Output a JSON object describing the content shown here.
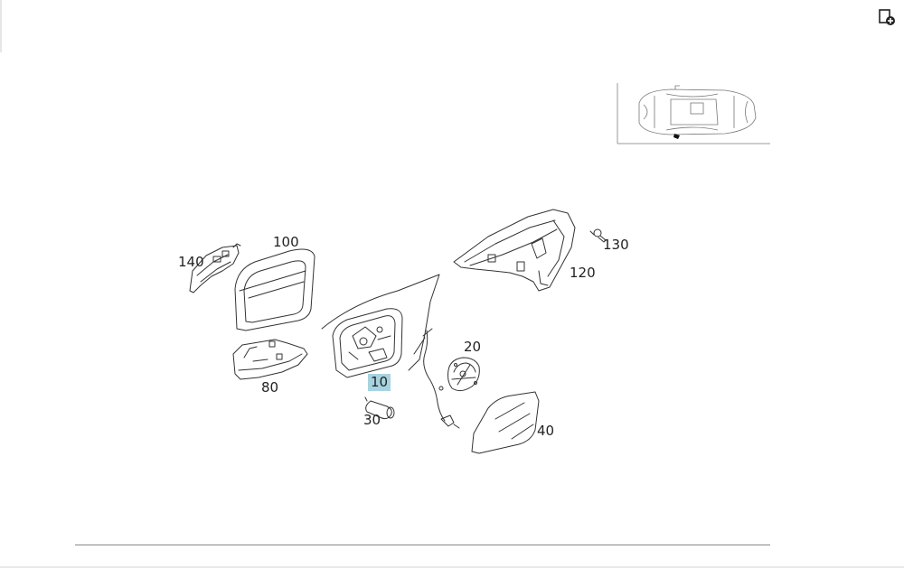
{
  "toolbar": {
    "add_icon": "add-to-list-icon"
  },
  "callouts": {
    "p10": "10",
    "p20": "20",
    "p30": "30",
    "p40": "40",
    "p80": "80",
    "p100": "100",
    "p120": "120",
    "p130": "130",
    "p140": "140"
  },
  "colors": {
    "highlight": "#a7d3e0",
    "line": "#333333"
  }
}
